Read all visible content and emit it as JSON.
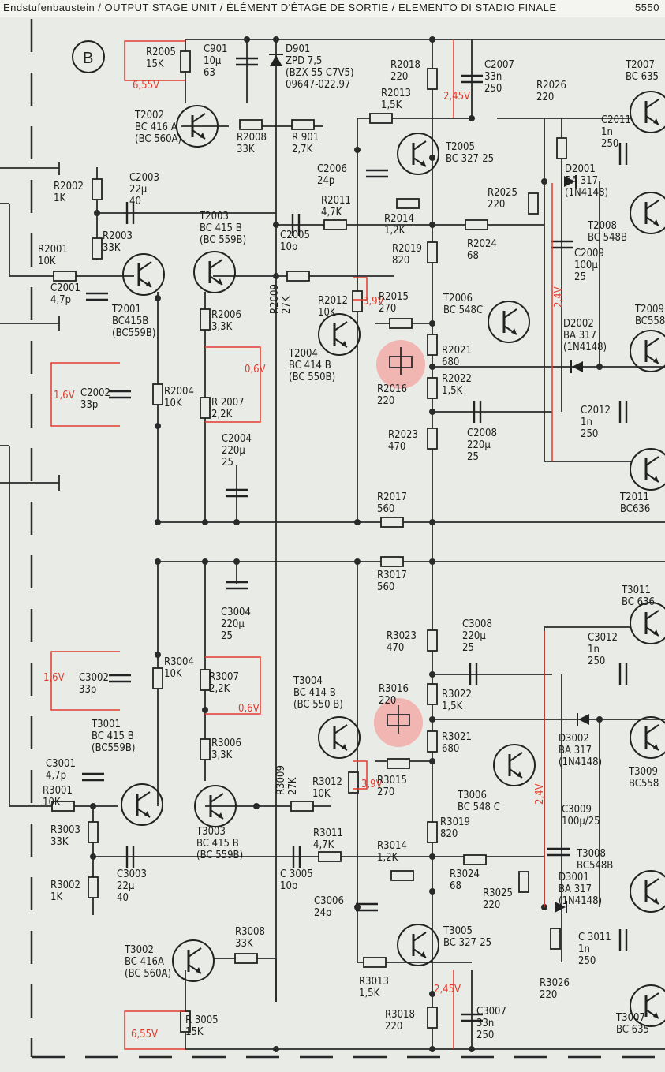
{
  "header": {
    "title": "Endstufenbaustein / OUTPUT STAGE UNIT / ÉLÉMENT D'ÉTAGE DE SORTIE / ELEMENTO DI STADIO FINALE",
    "page_number": "5550"
  },
  "board_marker": "B",
  "colors": {
    "background": "#e9ebe6",
    "wire": "#2a2a2a",
    "voltage_annotation": "#e23a2e",
    "trimmer_highlight": "#f2a7a5"
  },
  "voltages": {
    "v_6_55": "6,55V",
    "v_2_45": "2,45V",
    "v_3_9": "3,9V",
    "v_1_6": "1,6V",
    "v_0_6": "0,6V",
    "v_2_4": "2,4V"
  },
  "upper_channel": [
    {
      "id": "r2005",
      "lines": [
        "R2005",
        "15K"
      ]
    },
    {
      "id": "c901",
      "lines": [
        "C901",
        "10μ",
        "63"
      ]
    },
    {
      "id": "d901",
      "lines": [
        "D901",
        "ZPD 7,5",
        "(BZX 55 C7V5)",
        "09647-022.97"
      ]
    },
    {
      "id": "r2018",
      "lines": [
        "R2018",
        "220"
      ]
    },
    {
      "id": "c2007",
      "lines": [
        "C2007",
        "33n",
        "250"
      ]
    },
    {
      "id": "r2013",
      "lines": [
        "R2013",
        "1,5K"
      ]
    },
    {
      "id": "t2002",
      "lines": [
        "T2002",
        "BC 416 A",
        "(BC 560A)"
      ]
    },
    {
      "id": "r2008",
      "lines": [
        "R2008",
        "33K"
      ]
    },
    {
      "id": "r901",
      "lines": [
        "R 901",
        "2,7K"
      ]
    },
    {
      "id": "t2005",
      "lines": [
        "T2005",
        "BC 327-25"
      ]
    },
    {
      "id": "r2026",
      "lines": [
        "R2026",
        "220"
      ]
    },
    {
      "id": "c2011",
      "lines": [
        "C2011",
        "1n",
        "250"
      ]
    },
    {
      "id": "t2007",
      "lines": [
        "T2007",
        "BC 635"
      ]
    },
    {
      "id": "r2002",
      "lines": [
        "R2002",
        "1K"
      ]
    },
    {
      "id": "c2003",
      "lines": [
        "C2003",
        "22μ",
        "40"
      ]
    },
    {
      "id": "c2006",
      "lines": [
        "C2006",
        "24p"
      ]
    },
    {
      "id": "r2011",
      "lines": [
        "R2011",
        "4,7K"
      ]
    },
    {
      "id": "r2014",
      "lines": [
        "R2014",
        "1,2K"
      ]
    },
    {
      "id": "r2025",
      "lines": [
        "R2025",
        "220"
      ]
    },
    {
      "id": "d2001",
      "lines": [
        "D2001",
        "BA 317",
        "(1N4148)"
      ]
    },
    {
      "id": "t2008",
      "lines": [
        "T2008",
        "BC 548B"
      ]
    },
    {
      "id": "r2001",
      "lines": [
        "R2001",
        "10K"
      ]
    },
    {
      "id": "r2003",
      "lines": [
        "R2003",
        "33K"
      ]
    },
    {
      "id": "t2003",
      "lines": [
        "T2003",
        "BC 415 B",
        "(BC 559B)"
      ]
    },
    {
      "id": "c2005",
      "lines": [
        "C2005",
        "10p"
      ]
    },
    {
      "id": "r2024",
      "lines": [
        "R2024",
        "68"
      ]
    },
    {
      "id": "r2019",
      "lines": [
        "R2019",
        "820"
      ]
    },
    {
      "id": "c2009",
      "lines": [
        "C2009",
        "100μ",
        "25"
      ]
    },
    {
      "id": "c2001",
      "lines": [
        "C2001",
        "4,7p"
      ]
    },
    {
      "id": "r2009",
      "lines": [
        "R2009",
        "27K"
      ]
    },
    {
      "id": "r2012",
      "lines": [
        "R2012",
        "10K"
      ]
    },
    {
      "id": "r2015",
      "lines": [
        "R2015",
        "270"
      ]
    },
    {
      "id": "t2006",
      "lines": [
        "T2006",
        "BC 548C"
      ]
    },
    {
      "id": "t2001",
      "lines": [
        "T2001",
        "BC415B",
        "(BC559B)"
      ]
    },
    {
      "id": "r2006",
      "lines": [
        "R2006",
        "3,3K"
      ]
    },
    {
      "id": "r2021",
      "lines": [
        "R2021",
        "680"
      ]
    },
    {
      "id": "d2002",
      "lines": [
        "D2002",
        "BA 317",
        "(1N4148)"
      ]
    },
    {
      "id": "t2009",
      "lines": [
        "T2009",
        "BC558"
      ]
    },
    {
      "id": "t2004",
      "lines": [
        "T2004",
        "BC 414 B",
        "(BC 550B)"
      ]
    },
    {
      "id": "c2002",
      "lines": [
        "C2002",
        "33p"
      ]
    },
    {
      "id": "r2004",
      "lines": [
        "R2004",
        "10K"
      ]
    },
    {
      "id": "r2007",
      "lines": [
        "R 2007",
        "2,2K"
      ]
    },
    {
      "id": "r2016",
      "lines": [
        "R2016",
        "220"
      ]
    },
    {
      "id": "r2022",
      "lines": [
        "R2022",
        "1,5K"
      ]
    },
    {
      "id": "c2012",
      "lines": [
        "C2012",
        "1n",
        "250"
      ]
    },
    {
      "id": "c2004",
      "lines": [
        "C2004",
        "220μ",
        "25"
      ]
    },
    {
      "id": "r2023",
      "lines": [
        "R2023",
        "470"
      ]
    },
    {
      "id": "c2008",
      "lines": [
        "C2008",
        "220μ",
        "25"
      ]
    },
    {
      "id": "t2011",
      "lines": [
        "T2011",
        "BC636"
      ]
    },
    {
      "id": "r2017",
      "lines": [
        "R2017",
        "560"
      ]
    }
  ],
  "lower_channel": [
    {
      "id": "r3017",
      "lines": [
        "R3017",
        "560"
      ]
    },
    {
      "id": "t3011",
      "lines": [
        "T3011",
        "BC 636"
      ]
    },
    {
      "id": "c3004",
      "lines": [
        "C3004",
        "220μ",
        "25"
      ]
    },
    {
      "id": "c3008",
      "lines": [
        "C3008",
        "220μ",
        "25"
      ]
    },
    {
      "id": "r3023",
      "lines": [
        "R3023",
        "470"
      ]
    },
    {
      "id": "c3012",
      "lines": [
        "C3012",
        "1n",
        "250"
      ]
    },
    {
      "id": "c3002",
      "lines": [
        "C3002",
        "33p"
      ]
    },
    {
      "id": "r3004",
      "lines": [
        "R3004",
        "10K"
      ]
    },
    {
      "id": "r3007",
      "lines": [
        "R3007",
        "2,2K"
      ]
    },
    {
      "id": "t3004",
      "lines": [
        "T3004",
        "BC 414 B",
        "(BC 550 B)"
      ]
    },
    {
      "id": "r3016",
      "lines": [
        "R3016",
        "220"
      ]
    },
    {
      "id": "r3022",
      "lines": [
        "R3022",
        "1,5K"
      ]
    },
    {
      "id": "t3001",
      "lines": [
        "T3001",
        "BC 415 B",
        "(BC559B)"
      ]
    },
    {
      "id": "r3006",
      "lines": [
        "R3006",
        "3,3K"
      ]
    },
    {
      "id": "r3021",
      "lines": [
        "R3021",
        "680"
      ]
    },
    {
      "id": "d3002",
      "lines": [
        "D3002",
        "BA 317",
        "(1N4148)"
      ]
    },
    {
      "id": "c3001",
      "lines": [
        "C3001",
        "4,7p"
      ]
    },
    {
      "id": "r3009",
      "lines": [
        "R3009",
        "27K"
      ]
    },
    {
      "id": "r3012",
      "lines": [
        "R3012",
        "10K"
      ]
    },
    {
      "id": "r3015",
      "lines": [
        "R3015",
        "270"
      ]
    },
    {
      "id": "t3006",
      "lines": [
        "T3006",
        "BC 548 C"
      ]
    },
    {
      "id": "t3009",
      "lines": [
        "T3009",
        "BC558"
      ]
    },
    {
      "id": "r3001",
      "lines": [
        "R3001",
        "10K"
      ]
    },
    {
      "id": "r3003",
      "lines": [
        "R3003",
        "33K"
      ]
    },
    {
      "id": "t3003",
      "lines": [
        "T3003",
        "BC 415 B",
        "(BC 559B)"
      ]
    },
    {
      "id": "r3011",
      "lines": [
        "R3011",
        "4,7K"
      ]
    },
    {
      "id": "r3019",
      "lines": [
        "R3019",
        "820"
      ]
    },
    {
      "id": "c3009",
      "lines": [
        "C3009",
        "100μ/25"
      ]
    },
    {
      "id": "r3014",
      "lines": [
        "R3014",
        "1,2K"
      ]
    },
    {
      "id": "t3008",
      "lines": [
        "T3008",
        "BC548B"
      ]
    },
    {
      "id": "c3003",
      "lines": [
        "C3003",
        "22μ",
        "40"
      ]
    },
    {
      "id": "c3005",
      "lines": [
        "C 3005",
        "10p"
      ]
    },
    {
      "id": "r3024",
      "lines": [
        "R3024",
        "68"
      ]
    },
    {
      "id": "d3001",
      "lines": [
        "D3001",
        "BA 317",
        "(1N4148)"
      ]
    },
    {
      "id": "r3002",
      "lines": [
        "R3002",
        "1K"
      ]
    },
    {
      "id": "c3006",
      "lines": [
        "C3006",
        "24p"
      ]
    },
    {
      "id": "r3025",
      "lines": [
        "R3025",
        "220"
      ]
    },
    {
      "id": "t3005",
      "lines": [
        "T3005",
        "BC 327-25"
      ]
    },
    {
      "id": "c3011",
      "lines": [
        "C 3011",
        "1n",
        "250"
      ]
    },
    {
      "id": "t3002",
      "lines": [
        "T3002",
        "BC 416A",
        "(BC 560A)"
      ]
    },
    {
      "id": "r3008",
      "lines": [
        "R3008",
        "33K"
      ]
    },
    {
      "id": "r3013",
      "lines": [
        "R3013",
        "1,5K"
      ]
    },
    {
      "id": "r3026",
      "lines": [
        "R3026",
        "220"
      ]
    },
    {
      "id": "r3005",
      "lines": [
        "R 3005",
        "15K"
      ]
    },
    {
      "id": "r3018",
      "lines": [
        "R3018",
        "220"
      ]
    },
    {
      "id": "c3007",
      "lines": [
        "C3007",
        "33n",
        "250"
      ]
    },
    {
      "id": "t3007",
      "lines": [
        "T3007",
        "BC 635"
      ]
    }
  ]
}
